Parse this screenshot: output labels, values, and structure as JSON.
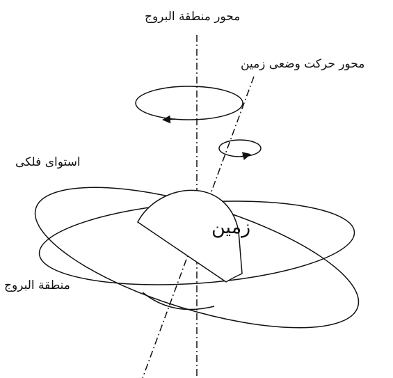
{
  "diagram": {
    "labels": {
      "ecliptic_axis": "محور منطقة البروج",
      "rotation_axis": "محور حرکت وضعی زمین",
      "celestial_equator": "استوای فلکی",
      "ecliptic": "منطقة البروج",
      "earth": "زمین"
    },
    "colors": {
      "stroke": "#111111",
      "background": "#ffffff"
    }
  }
}
